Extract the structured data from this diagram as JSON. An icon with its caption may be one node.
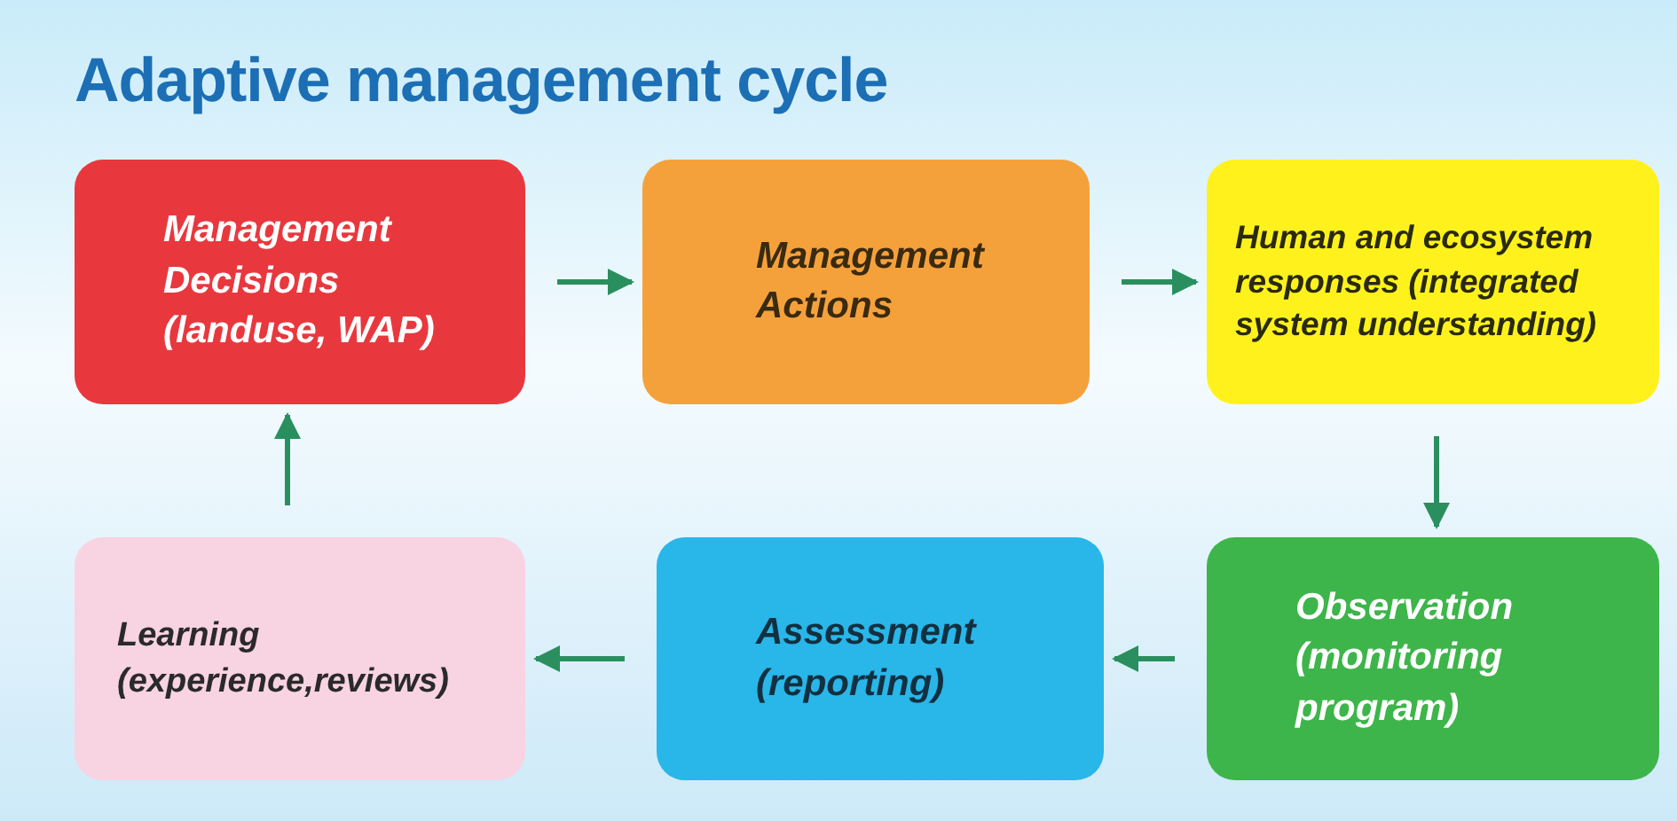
{
  "diagram": {
    "title": "Adaptive management cycle",
    "nodes": [
      {
        "text": [
          "Management Decisions (landuse, WAP)"
        ]
      },
      {
        "text": [
          "Management Actions"
        ]
      },
      {
        "text": [
          "Human and ecosystem responses (integrated system understanding)"
        ]
      },
      {
        "text": [
          "Observation (monitoring program)"
        ]
      },
      {
        "text": [
          "Assessment (reporting)"
        ]
      },
      {
        "text": [
          "Learning (experience,reviews)"
        ]
      }
    ],
    "edges": [
      {
        "from": 0,
        "to": 1,
        "arrow": "to"
      },
      {
        "from": 1,
        "to": 2,
        "arrow": "to"
      },
      {
        "from": 2,
        "to": 3,
        "arrow": "to"
      },
      {
        "from": 3,
        "to": 4,
        "arrow": "to"
      },
      {
        "from": 4,
        "to": 5,
        "arrow": "to"
      },
      {
        "from": 5,
        "to": 0,
        "arrow": "to"
      }
    ]
  }
}
